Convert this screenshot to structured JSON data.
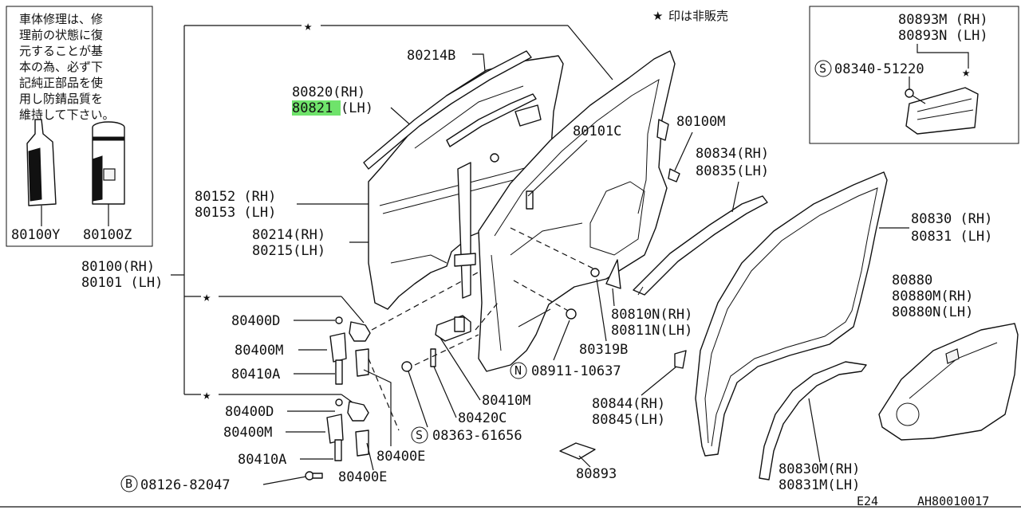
{
  "notes": {
    "repair_note": [
      "車体修理は、修",
      "理前の状態に復",
      "元することが基",
      "本の為、必ず下",
      "記純正部品を使",
      "用し防錆品質を",
      "維持して下さい。"
    ],
    "not_sold": "印は非販売",
    "not_sold_mark": "★"
  },
  "parts": {
    "p80100Y": "80100Y",
    "p80100Z": "80100Z",
    "p80214B": "80214B",
    "p80820": "80820(RH)",
    "p80821_num": "80821",
    "p80821_side": "(LH)",
    "p80101C": "80101C",
    "p80100M": "80100M",
    "p80834": "80834(RH)",
    "p80835": "80835(LH)",
    "p80152": "80152 (RH)",
    "p80153": "80153 (LH)",
    "p80214": "80214(RH)",
    "p80215": "80215(LH)",
    "p80100": "80100(RH)",
    "p80101": "80101 (LH)",
    "p80400D_a": "80400D",
    "p80400M_a": "80400M",
    "p80410A_a": "80410A",
    "p80400D_b": "80400D",
    "p80400M_b": "80400M",
    "p80410A_b": "80410A",
    "p80400E_a": "80400E",
    "p80400E_b": "80400E",
    "p80410M": "80410M",
    "p80420C": "80420C",
    "p80319B": "80319B",
    "p80810N": "80810N(RH)",
    "p80811N": "80811N(LH)",
    "p80830": "80830 (RH)",
    "p80831": "80831 (LH)",
    "p80880": "80880",
    "p80880M": "80880M(RH)",
    "p80880N": "80880N(LH)",
    "p80844": "80844(RH)",
    "p80845": "80845(LH)",
    "p80830M": "80830M(RH)",
    "p80831M": "80831M(LH)",
    "p80893": "80893",
    "p80893M": "80893M (RH)",
    "p80893N": "80893N (LH)"
  },
  "fasteners": {
    "n_mark": "N",
    "n_part": "08911-10637",
    "s_mark": "S",
    "s_part": "08363-61656",
    "b_mark": "B",
    "b_part": "08126-82047",
    "s2_mark": "S",
    "s2_part": "08340-51220"
  },
  "footer": {
    "code": "E24",
    "ref": "AH80010017"
  },
  "colors": {
    "highlight": "#6fe36b"
  }
}
